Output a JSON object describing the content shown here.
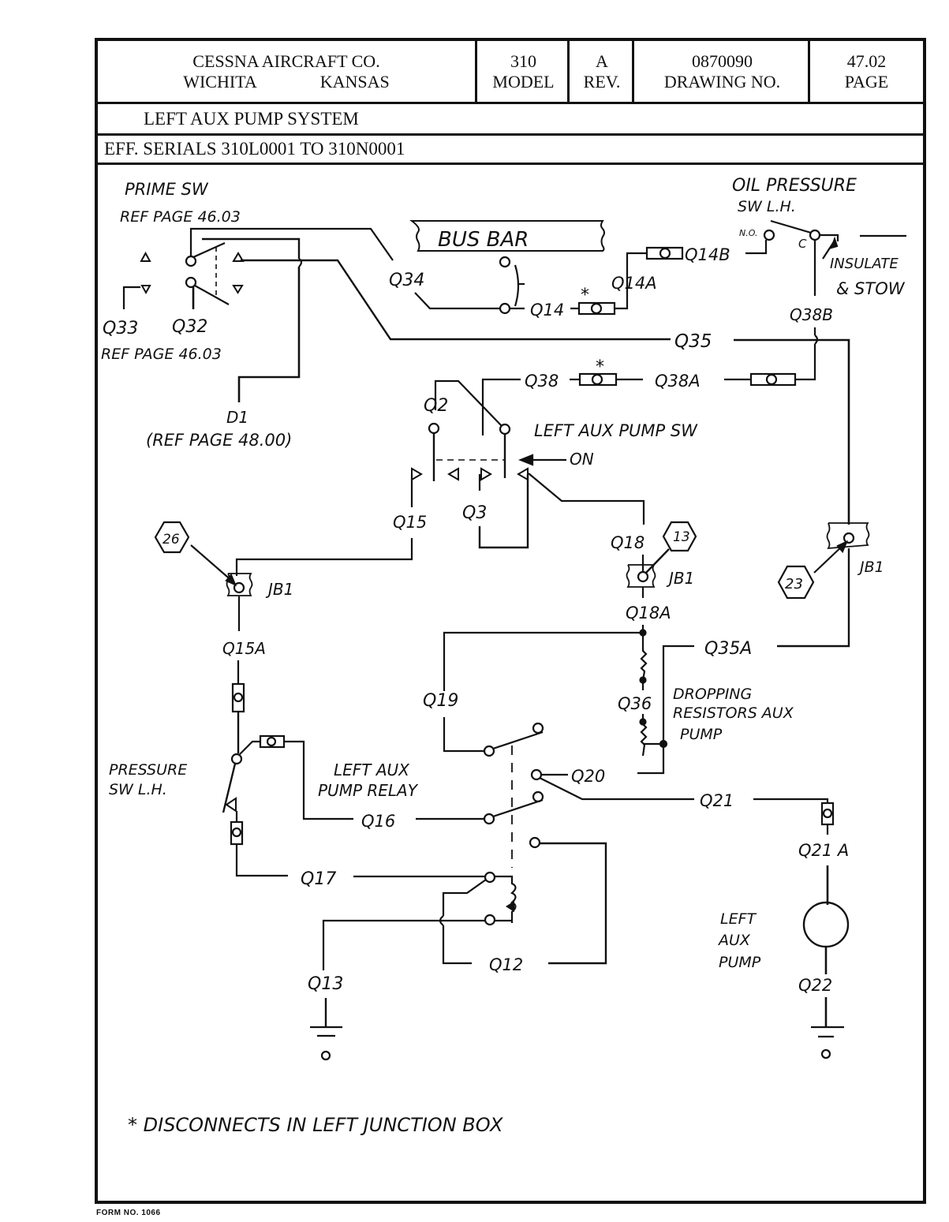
{
  "title_block": {
    "company_line1": "CESSNA AIRCRAFT CO.",
    "company_city": "WICHITA",
    "company_state": "KANSAS",
    "model_value": "310",
    "model_label": "MODEL",
    "rev_value": "A",
    "rev_label": "REV.",
    "drawing_value": "0870090",
    "drawing_label": "DRAWING NO.",
    "page_value": "47.02",
    "page_label": "PAGE",
    "system_title": "LEFT AUX PUMP SYSTEM",
    "eff_serials": "EFF. SERIALS   310L0001 TO 310N0001"
  },
  "labels": {
    "prime_sw": "PRIME SW",
    "prime_ref": "REF PAGE 46.03",
    "q33": "Q33",
    "q32": "Q32",
    "q_ref": "REF PAGE 46.03",
    "d1": "D1",
    "d1_ref": "(REF  PAGE 48.00)",
    "q34": "Q34",
    "bus_bar": "BUS BAR",
    "q14": "Q14",
    "q14a": "Q14A",
    "q14b": "Q14B",
    "oil_pressure": "OIL PRESSURE",
    "oil_sw": "SW  L.H.",
    "no": "N.O.",
    "c": "C",
    "insulate": "INSULATE",
    "stow": "& STOW",
    "q38b": "Q38B",
    "q35": "Q35",
    "q38": "Q38",
    "q38a": "Q38A",
    "q2": "Q2",
    "left_aux_pump_sw": "LEFT AUX   PUMP SW",
    "on": "ON",
    "q15": "Q15",
    "q3": "Q3",
    "q18": "Q18",
    "q18a": "Q18A",
    "jb1": "JB1",
    "hex_26": "26",
    "hex_13": "13",
    "hex_23": "23",
    "q15a": "Q15A",
    "q35a": "Q35A",
    "q19": "Q19",
    "q36": "Q36",
    "dropping1": "DROPPING",
    "dropping2": "RESISTORS AUX",
    "dropping3": "PUMP",
    "pressure_sw1": "PRESSURE",
    "pressure_sw2": "SW L.H.",
    "relay1": "LEFT  AUX",
    "relay2": "PUMP  RELAY",
    "q20": "Q20",
    "q21": "Q21",
    "q16": "Q16",
    "q21a": "Q21 A",
    "q17": "Q17",
    "pump1": "LEFT",
    "pump2": "AUX",
    "pump3": "PUMP",
    "q12": "Q12",
    "q13": "Q13",
    "q22": "Q22",
    "asterisk": "*",
    "footnote": "* DISCONNECTS  IN LEFT  JUNCTION  BOX"
  },
  "form_no": "FORM NO. 1066"
}
